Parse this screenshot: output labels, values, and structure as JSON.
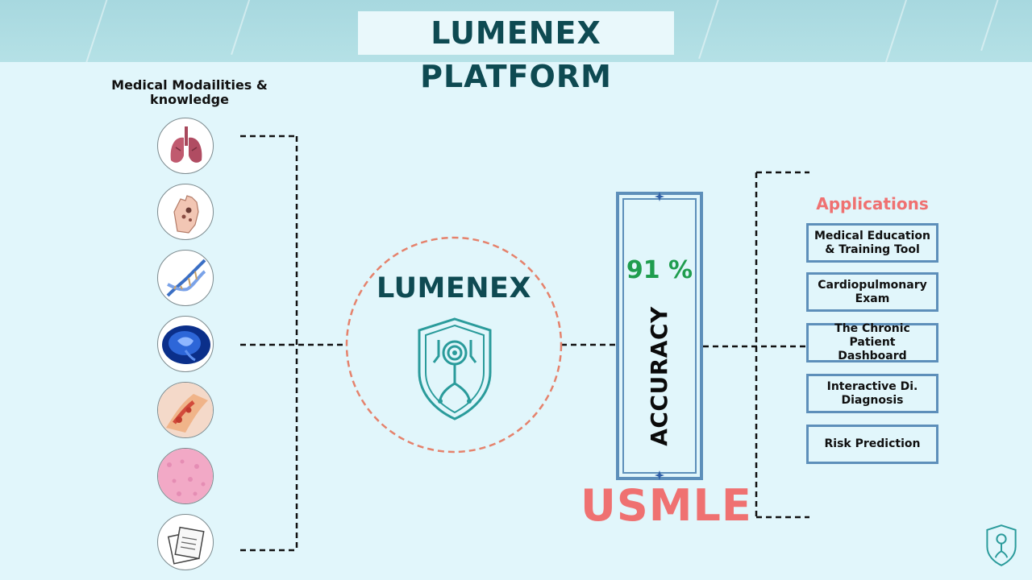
{
  "header": {
    "title": "LUMENEX PLATFORM"
  },
  "modalities": {
    "title": "Medical Modailities & knowledge",
    "items": [
      {
        "icon": "lungs-icon"
      },
      {
        "icon": "hand-skin-icon"
      },
      {
        "icon": "dna-icon"
      },
      {
        "icon": "brain-mri-icon"
      },
      {
        "icon": "tissue-anatomy-icon"
      },
      {
        "icon": "histology-icon"
      },
      {
        "icon": "documents-icon"
      }
    ]
  },
  "hub": {
    "brand": "LUMENEX",
    "logo_icon": "shield-stethoscope-icon"
  },
  "accuracy": {
    "value": "91 %",
    "label": "ACCURACY",
    "benchmark": "USMLE"
  },
  "applications": {
    "title": "Applications",
    "items": [
      {
        "label": "Medical Education & Training Tool"
      },
      {
        "label": "Cardiopulmonary Exam"
      },
      {
        "label": "The Chronic Patient Dashboard"
      },
      {
        "label": "Interactive Di. Diagnosis"
      },
      {
        "label": "Risk Prediction"
      }
    ]
  },
  "colors": {
    "brand_dark_teal": "#0e4a52",
    "accent_coral": "#ef7171",
    "accuracy_green": "#1f9d4e",
    "box_blue": "#5d8fba",
    "background": "#e1f6fb"
  }
}
